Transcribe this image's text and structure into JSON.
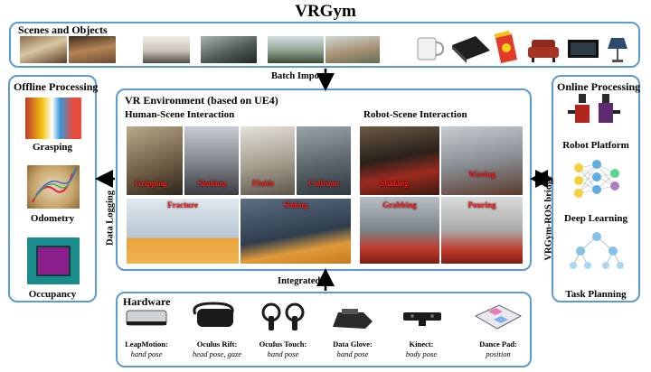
{
  "title": "VRGym",
  "scenes": {
    "title": "Scenes and Objects"
  },
  "batch_import": "Batch Import",
  "integrated": "Integrated",
  "data_logging": "Data Logging",
  "ros_bridge": "VRGym-ROS bridge",
  "offline": {
    "title": "Offline Processing",
    "items": [
      "Grasping",
      "Odometry",
      "Occupancy"
    ]
  },
  "vr_env": {
    "title": "VR Environment (based on UE4)",
    "human": {
      "title": "Human-Scene Interaction",
      "labels": [
        "Gripping",
        "Shaking",
        "Fluids",
        "Collision",
        "Fracture",
        "Sliding"
      ]
    },
    "robot": {
      "title": "Robot-Scene Interaction",
      "labels": [
        "Shaking",
        "Waving",
        "Grabbing",
        "Pouring"
      ]
    }
  },
  "online": {
    "title": "Online Processing",
    "items": [
      "Robot Platform",
      "Deep Learning",
      "Task Planning"
    ]
  },
  "hardware": {
    "title": "Hardware",
    "devices": [
      {
        "name": "LeapMotion:",
        "desc": "hand pose"
      },
      {
        "name": "Oculus Rift:",
        "desc": "head pose, gaze"
      },
      {
        "name": "Oculus Touch:",
        "desc": "hand pose"
      },
      {
        "name": "Data Glove:",
        "desc": "hand pose"
      },
      {
        "name": "Kinect:",
        "desc": "body pose"
      },
      {
        "name": "Dance Pad:",
        "desc": "position"
      }
    ]
  },
  "colors": {
    "border": "#5b9bd5",
    "label_red": "#ff1a1a"
  }
}
